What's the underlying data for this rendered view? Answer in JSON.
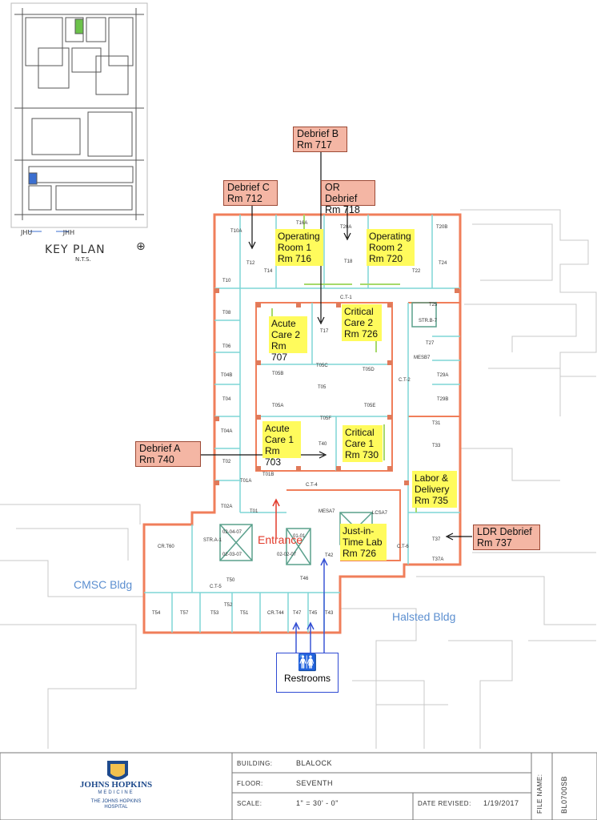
{
  "key_plan": {
    "title": "KEY PLAN",
    "scale_note": "N.T.S.",
    "legend_jhu": "JHU",
    "legend_jhh": "JHH"
  },
  "callouts": {
    "debrief_b": "Debrief B\nRm 717",
    "debrief_c": "Debrief C\nRm 712",
    "or_debrief": "OR Debrief\nRm 718",
    "debrief_a": "Debrief A\nRm 740",
    "ldr_debrief": "LDR Debrief\nRm 737"
  },
  "rooms_highlighted": {
    "or1": "Operating\nRoom 1\nRm 716",
    "or2": "Operating\nRoom 2\nRm 720",
    "acute2": "Acute\nCare 2\nRm 707",
    "critical2": "Critical\nCare 2\nRm 726",
    "acute1": "Acute\nCare 1\nRm 703",
    "critical1": "Critical\nCare 1\nRm 730",
    "labor": "Labor &\nDelivery\nRm 735",
    "jit_lab": "Just-in-\nTime Lab\nRm 726"
  },
  "labels": {
    "entrance": "Entrance",
    "cmsc": "CMSC Bldg",
    "halsted": "Halsted Bldg",
    "restrooms": "Restrooms"
  },
  "room_numbers": [
    "T10A",
    "T16A",
    "T20A",
    "T20B",
    "T12",
    "T14",
    "T18",
    "T22",
    "T24",
    "T10",
    "T08",
    "T06",
    "T04B",
    "T04",
    "T04A",
    "T02",
    "T02A",
    "T01A",
    "T01",
    "T17",
    "T05",
    "T05B",
    "T05C",
    "T05D",
    "T05A",
    "T05F",
    "T05E",
    "T40",
    "T01B",
    "T25",
    "T27",
    "T29A",
    "T29B",
    "T31",
    "T33",
    "T37",
    "T37A",
    "T50",
    "T52",
    "T54",
    "T57",
    "T53",
    "T51",
    "T47",
    "T45",
    "T43",
    "T42",
    "T46",
    "MESA7",
    "LCSA7",
    "MESB7",
    "C.T-1",
    "C.T-4",
    "C.T-5",
    "C.T-6",
    "C.T-2",
    "CR.T60",
    "CR.T44",
    "STR.B-7",
    "STR.A-1",
    "01-01",
    "02-04-07",
    "02-03-07",
    "02-02-07"
  ],
  "title_block": {
    "building_label": "BUILDING:",
    "building": "BLALOCK",
    "floor_label": "FLOOR:",
    "floor": "SEVENTH",
    "scale_label": "SCALE:",
    "scale": "1\" = 30' - 0\"",
    "date_label": "DATE REVISED:",
    "date": "1/19/2017",
    "file_label": "FILE NAME:",
    "file": "BL0700SB",
    "org_line1": "JOHNS HOPKINS",
    "org_line2": "MEDICINE",
    "org_line3": "THE JOHNS HOPKINS",
    "org_line4": "HOSPITAL"
  },
  "colors": {
    "outline": "#f07e5a",
    "callout": "#f4b6a4",
    "highlight": "#fffb5c",
    "walls_cyan": "#7fd6d6",
    "walls_green": "#a6d96a",
    "building_text": "#5c8fd0",
    "entrance": "#e23a2a",
    "restroom_arrows": "#2f4bd3"
  }
}
